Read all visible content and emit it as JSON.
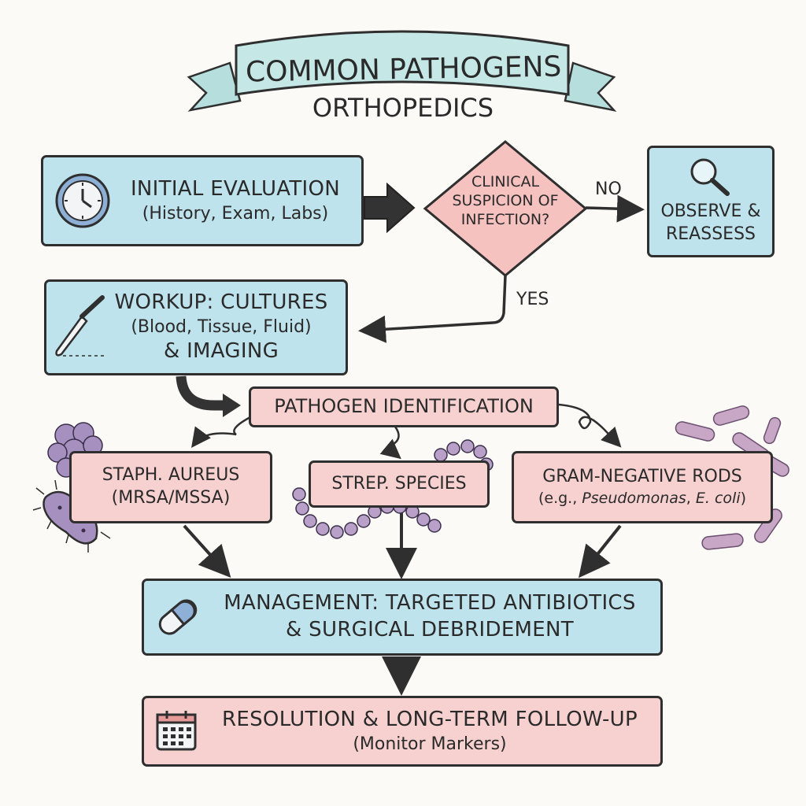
{
  "header": {
    "title": "COMMON PATHOGENS",
    "subtitle": "ORTHOPEDICS"
  },
  "nodes": {
    "initial": {
      "line1": "INITIAL EVALUATION",
      "line2": "(History, Exam, Labs)"
    },
    "decision": {
      "line1": "CLINICAL",
      "line2": "SUSPICION OF",
      "line3": "INFECTION?"
    },
    "observe": {
      "line1": "OBSERVE &",
      "line2": "REASSESS"
    },
    "workup": {
      "line1": "WORKUP: CULTURES",
      "line2": "(Blood, Tissue, Fluid)",
      "line3": "& IMAGING"
    },
    "identification": {
      "label": "PATHOGEN IDENTIFICATION"
    },
    "staph": {
      "line1": "STAPH. AUREUS",
      "line2": "(MRSA/MSSA)"
    },
    "strep": {
      "label": "STREP. SPECIES"
    },
    "gramneg": {
      "line1": "GRAM-NEGATIVE RODS",
      "line2_prefix": "(e.g., ",
      "line2_org1": "Pseudomonas",
      "line2_sep": ", ",
      "line2_org2": "E. coli",
      "line2_suffix": ")"
    },
    "management": {
      "line1": "MANAGEMENT: TARGETED ANTIBIOTICS",
      "line2": "& SURGICAL DEBRIDEMENT"
    },
    "resolution": {
      "line1": "RESOLUTION & LONG-TERM FOLLOW-UP",
      "line2": "(Monitor Markers)"
    }
  },
  "edges": {
    "no_label": "NO",
    "yes_label": "YES"
  },
  "colors": {
    "blue_fill": "#bfe3ec",
    "pink_fill": "#f7d0d0",
    "diamond_fill": "#f6c2c0",
    "banner_fill": "#c5e8e6",
    "outline": "#2f2f2f",
    "microbe_purple": "#a690bf"
  },
  "icons": {
    "initial": "clock-icon",
    "observe": "magnifier-icon",
    "workup": "scalpel-icon",
    "management": "capsule-icon",
    "resolution": "calendar-icon"
  }
}
